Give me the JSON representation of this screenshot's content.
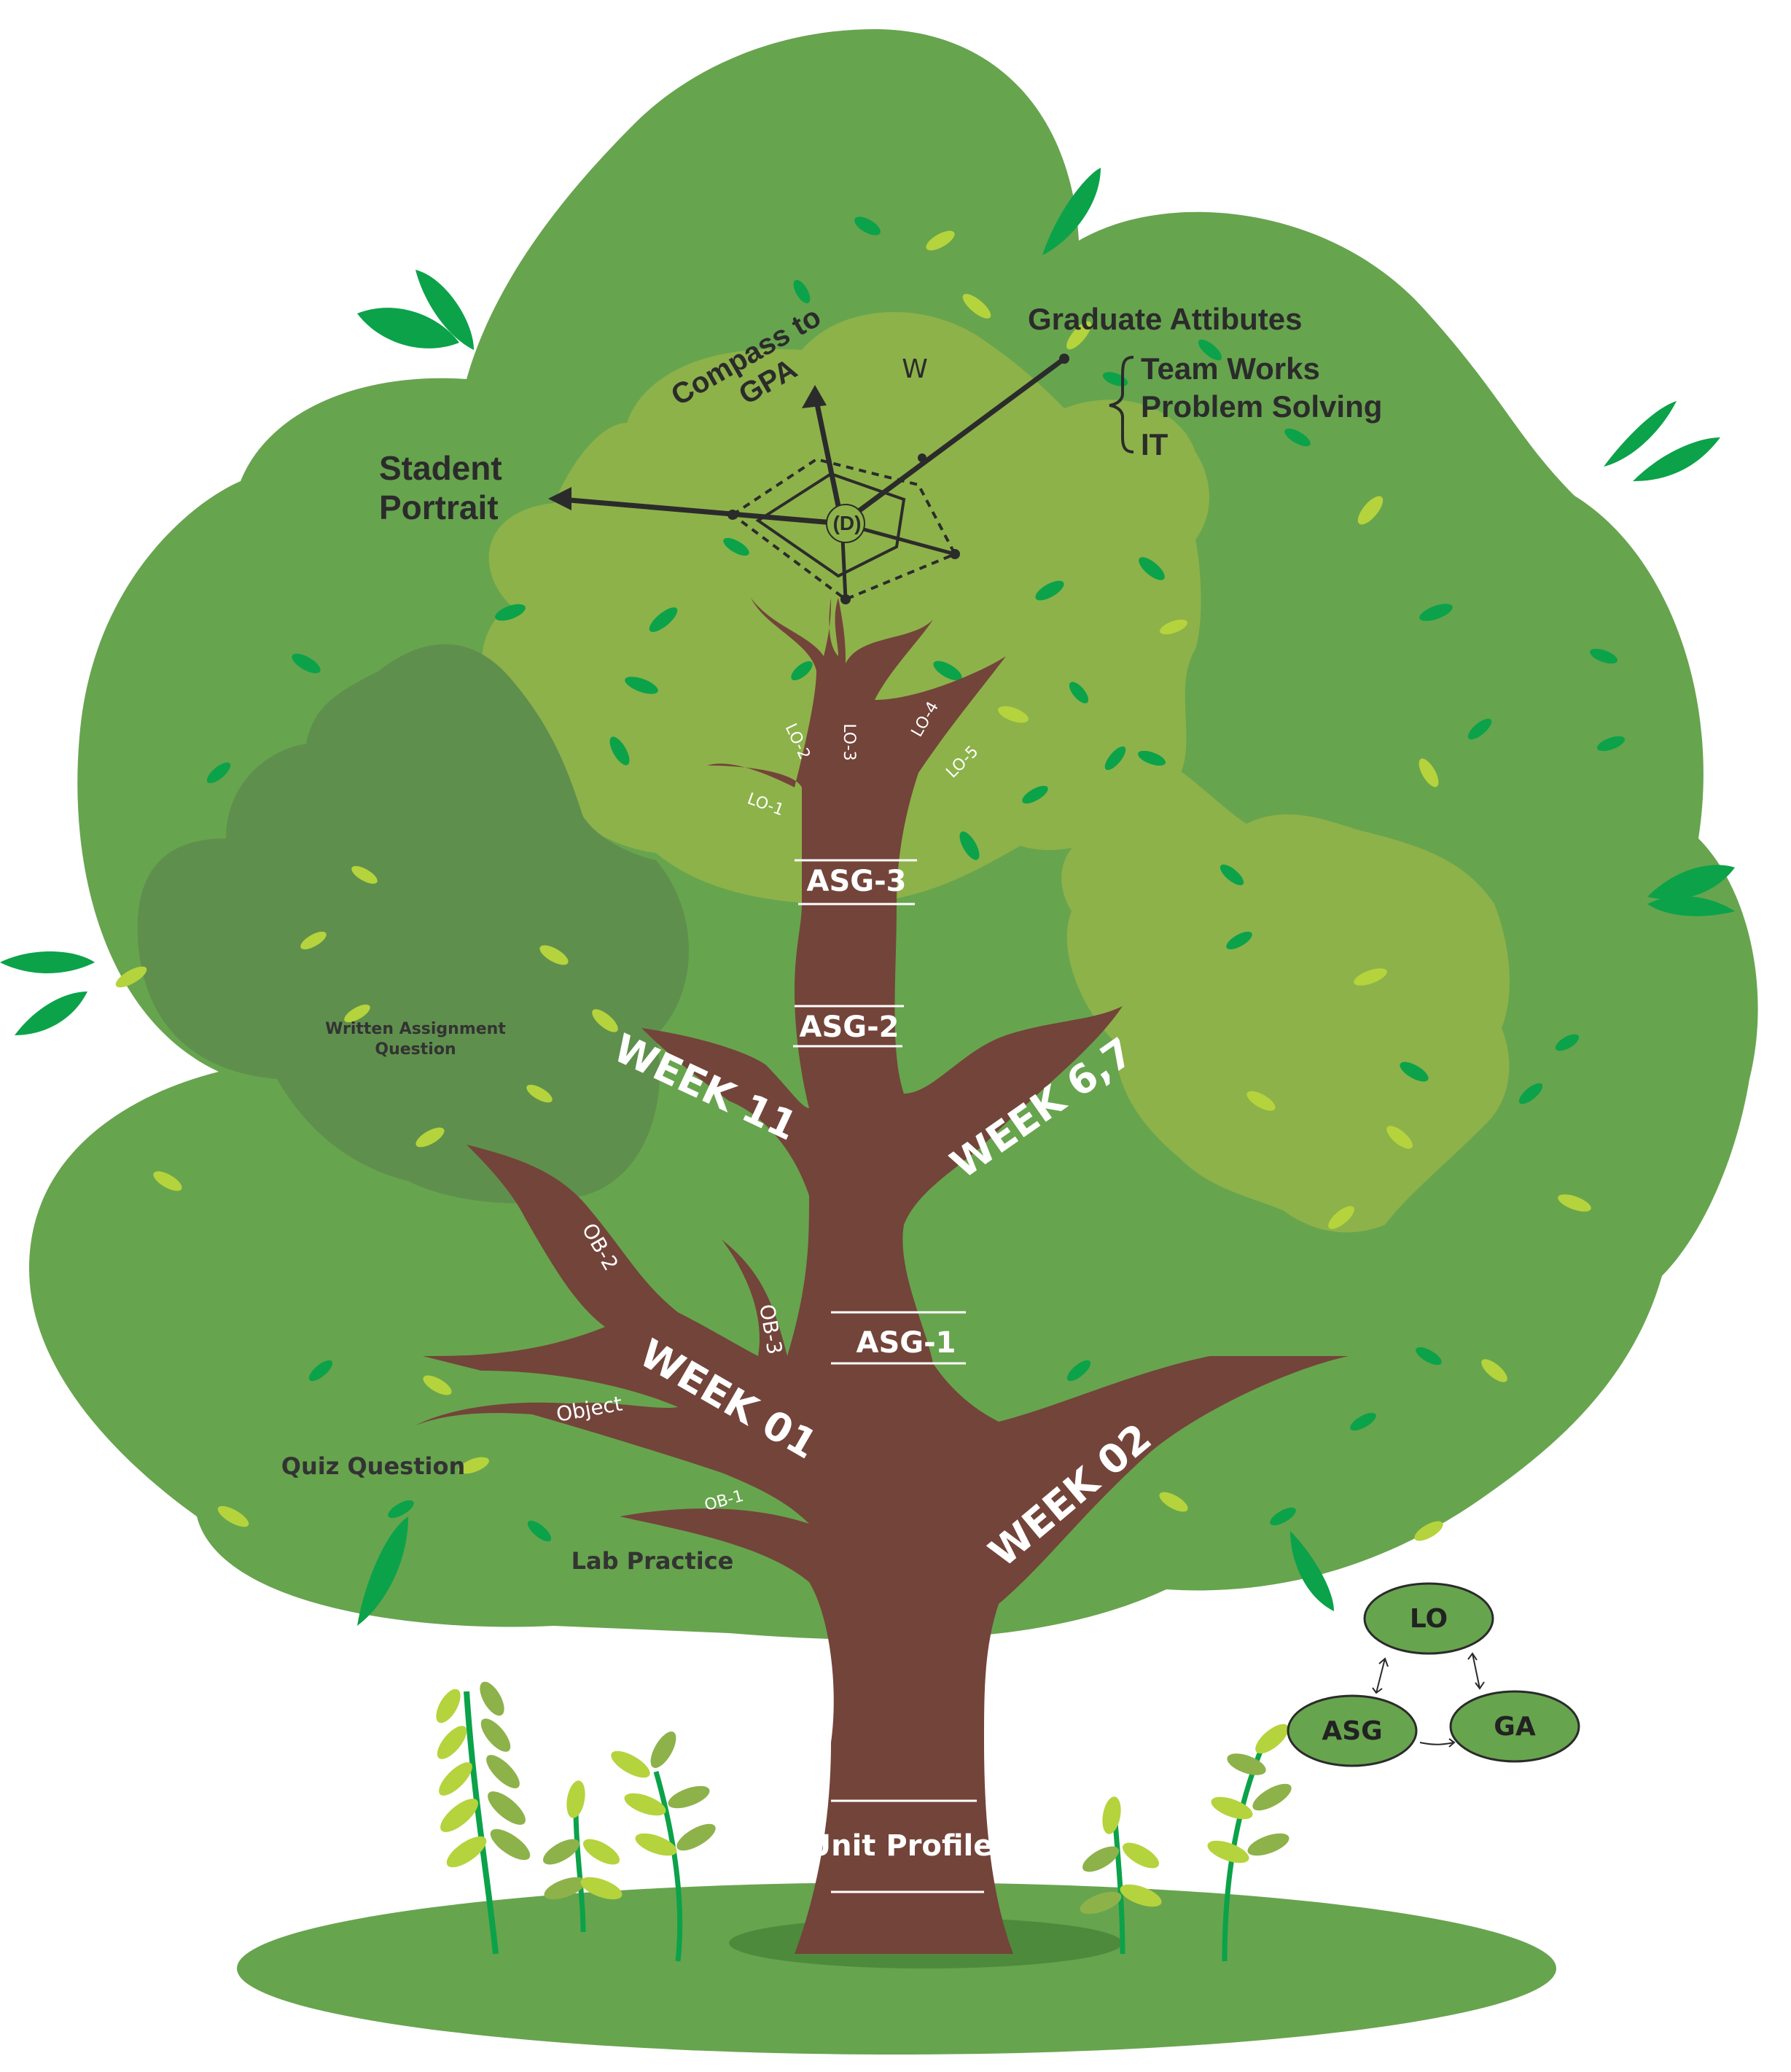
{
  "palette": {
    "canopy_main": "#67a44e",
    "canopy_light": "#8db24a",
    "canopy_dark": "#5f8f4d",
    "trunk": "#73443a",
    "leaf_bright": "#0ba24a",
    "leaf_light": "#b5d33d",
    "ground": "#67a44e",
    "text_dark": "#2b2b2b"
  },
  "diagram": {
    "compass_label": "Compass to GPA",
    "compass_line1": "Compass to",
    "compass_line2": "GPA",
    "w_label": "W",
    "student_portrait_line1": "Stadent",
    "student_portrait_line2": "Portrait",
    "center_label": "(D)",
    "graduate_attributes": "Graduate Attibutes",
    "attributes": [
      "Team Works",
      "Problem Solving",
      "IT"
    ]
  },
  "trunk_bands": [
    "ASG-3",
    "ASG-2",
    "ASG-1",
    "Unit Profile"
  ],
  "branches": {
    "week11": "WEEK 11",
    "week67": "WEEK 6,7",
    "week01": "WEEK 01",
    "week02": "WEEK 02"
  },
  "lo_branches": [
    "LO-1",
    "LO-2",
    "LO-3",
    "LO-4",
    "LO-5"
  ],
  "ob_branches": {
    "ob2": "OB-2",
    "ob3": "OB-3",
    "object": "Object",
    "ob1": "OB-1"
  },
  "canopy_labels": {
    "written_line1": "Written Assignment",
    "written_line2": "Question",
    "quiz": "Quiz Question",
    "lab": "Lab Practice"
  },
  "cycle": {
    "nodes": [
      "LO",
      "ASG",
      "GA"
    ]
  }
}
